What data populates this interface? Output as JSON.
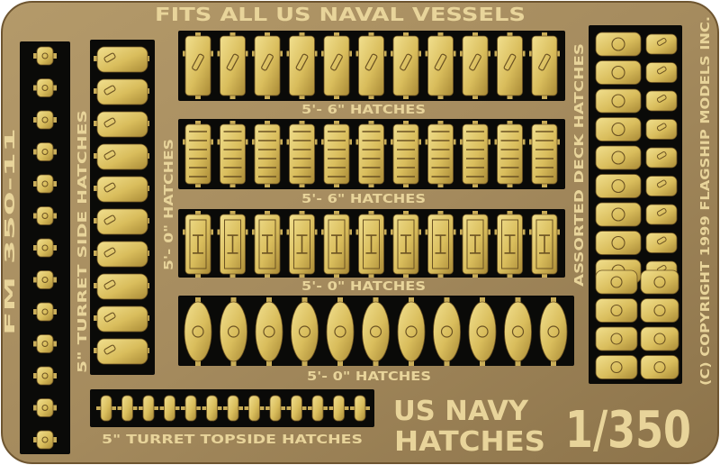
{
  "fret": {
    "top_title": "FITS ALL US NAVAL VESSELS",
    "part_number": "FM 350-11",
    "turret_side_label": "5\" TURRET SIDE HATCHES",
    "five_foot_label_vertical": "5'- 0\" HATCHES",
    "row_labels": [
      "5'- 6\" HATCHES",
      "5'- 6\" HATCHES",
      "5'- 0\" HATCHES",
      "5'- 0\" HATCHES"
    ],
    "deck_label": "ASSORTED DECK HATCHES",
    "copyright": "(C) COPYRIGHT 1999 FLAGSHIP MODELS INC.",
    "topside_label": "5\" TURRET TOPSIDE HATCHES",
    "brand_line1": "US NAVY",
    "brand_line2": "HATCHES",
    "scale": "1/350"
  },
  "colors": {
    "background": "#ffffff",
    "brass": "#a58b5e",
    "brass_dark": "#6e5530",
    "part_gold": "#e2c86a",
    "part_shadow": "#8b6b2a",
    "cutout": "#0a0a08",
    "etched_text": "#e8d49a"
  }
}
